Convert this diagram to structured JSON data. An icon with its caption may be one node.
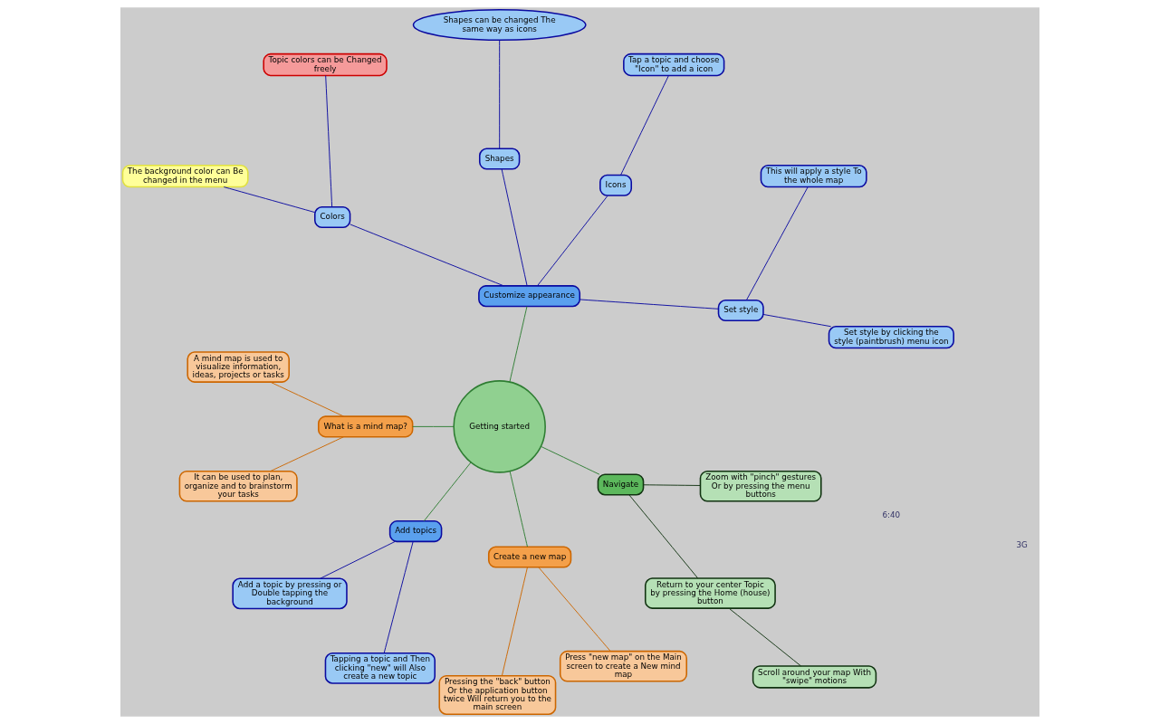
{
  "diagram": {
    "nodes": [
      {
        "text": [
          "Getting started"
        ]
      },
      {
        "text": [
          "Customize appearance"
        ]
      },
      {
        "text": [
          "Set style"
        ]
      },
      {
        "text": [
          "Set style by clicking the style (paintbrush) menu icon"
        ]
      },
      {
        "text": [
          "This will apply a style To the whole map"
        ]
      },
      {
        "text": [
          "Icons"
        ]
      },
      {
        "text": [
          "Tap a topic and choose \"Icon\" to add a icon"
        ]
      },
      {
        "text": [
          "Shapes"
        ]
      },
      {
        "text": [
          "Shapes can be changed The same way as icons"
        ]
      },
      {
        "text": [
          "Colors"
        ]
      },
      {
        "text": [
          "Topic colors can be Changed freely"
        ]
      },
      {
        "text": [
          "The background color can Be changed in the menu"
        ]
      },
      {
        "text": [
          "What is a mind map?"
        ]
      },
      {
        "text": [
          "A mind map is used to visualize information, ideas, projects or tasks"
        ]
      },
      {
        "text": [
          "It can be used to plan, organize and to brainstorm your tasks"
        ]
      },
      {
        "text": [
          "Add topics"
        ]
      },
      {
        "text": [
          "Add a topic by pressing or Double tapping the background"
        ]
      },
      {
        "text": [
          "Tapping a topic and Then clicking \"new\" will Also create a new topic"
        ]
      },
      {
        "text": [
          "Create a new map"
        ]
      },
      {
        "text": [
          "Pressing the \"back\" button Or the application button twice Will return you to the main screen"
        ]
      },
      {
        "text": [
          "Press \"new map\" on the Main screen to create a New mind map"
        ]
      },
      {
        "text": [
          "Navigate"
        ]
      },
      {
        "text": [
          "Return to your center Topic by pressing the Home (house) button"
        ]
      },
      {
        "text": [
          "Scroll around your map With \"swipe\" motions"
        ]
      },
      {
        "text": [
          "Zoom with \"pinch\" gestures Or by pressing the menu buttons"
        ]
      }
    ],
    "edges": [
      {
        "from": 0,
        "to": 1,
        "arrow": "none",
        "color": "#2e7d32"
      },
      {
        "from": 1,
        "to": 2,
        "arrow": "none"
      },
      {
        "from": 2,
        "to": 3,
        "arrow": "none"
      },
      {
        "from": 2,
        "to": 4,
        "arrow": "none"
      },
      {
        "from": 1,
        "to": 5,
        "arrow": "none"
      },
      {
        "from": 5,
        "to": 6,
        "arrow": "none"
      },
      {
        "from": 1,
        "to": 7,
        "arrow": "none"
      },
      {
        "from": 7,
        "to": 8,
        "arrow": "none"
      },
      {
        "from": 1,
        "to": 9,
        "arrow": "none"
      },
      {
        "from": 9,
        "to": 10,
        "arrow": "none"
      },
      {
        "from": 9,
        "to": 11,
        "arrow": "none"
      },
      {
        "from": 0,
        "to": 12,
        "arrow": "none",
        "color": "#2e7d32"
      },
      {
        "from": 12,
        "to": 13,
        "arrow": "none",
        "color": "#cc6600"
      },
      {
        "from": 12,
        "to": 14,
        "arrow": "none",
        "color": "#cc6600"
      },
      {
        "from": 0,
        "to": 15,
        "arrow": "none",
        "color": "#2e7d32"
      },
      {
        "from": 15,
        "to": 16,
        "arrow": "none"
      },
      {
        "from": 15,
        "to": 17,
        "arrow": "none"
      },
      {
        "from": 0,
        "to": 18,
        "arrow": "none",
        "color": "#2e7d32"
      },
      {
        "from": 18,
        "to": 19,
        "arrow": "none",
        "color": "#cc6600"
      },
      {
        "from": 18,
        "to": 20,
        "arrow": "none",
        "color": "#cc6600"
      },
      {
        "from": 0,
        "to": 21,
        "arrow": "none",
        "color": "#2e7d32"
      },
      {
        "from": 21,
        "to": 22,
        "arrow": "none",
        "color": "#113311"
      },
      {
        "from": 22,
        "to": 23,
        "arrow": "none",
        "color": "#113311"
      },
      {
        "from": 21,
        "to": 24,
        "arrow": "none",
        "color": "#113311"
      }
    ],
    "labels": [
      "6:40",
      "3G"
    ]
  }
}
